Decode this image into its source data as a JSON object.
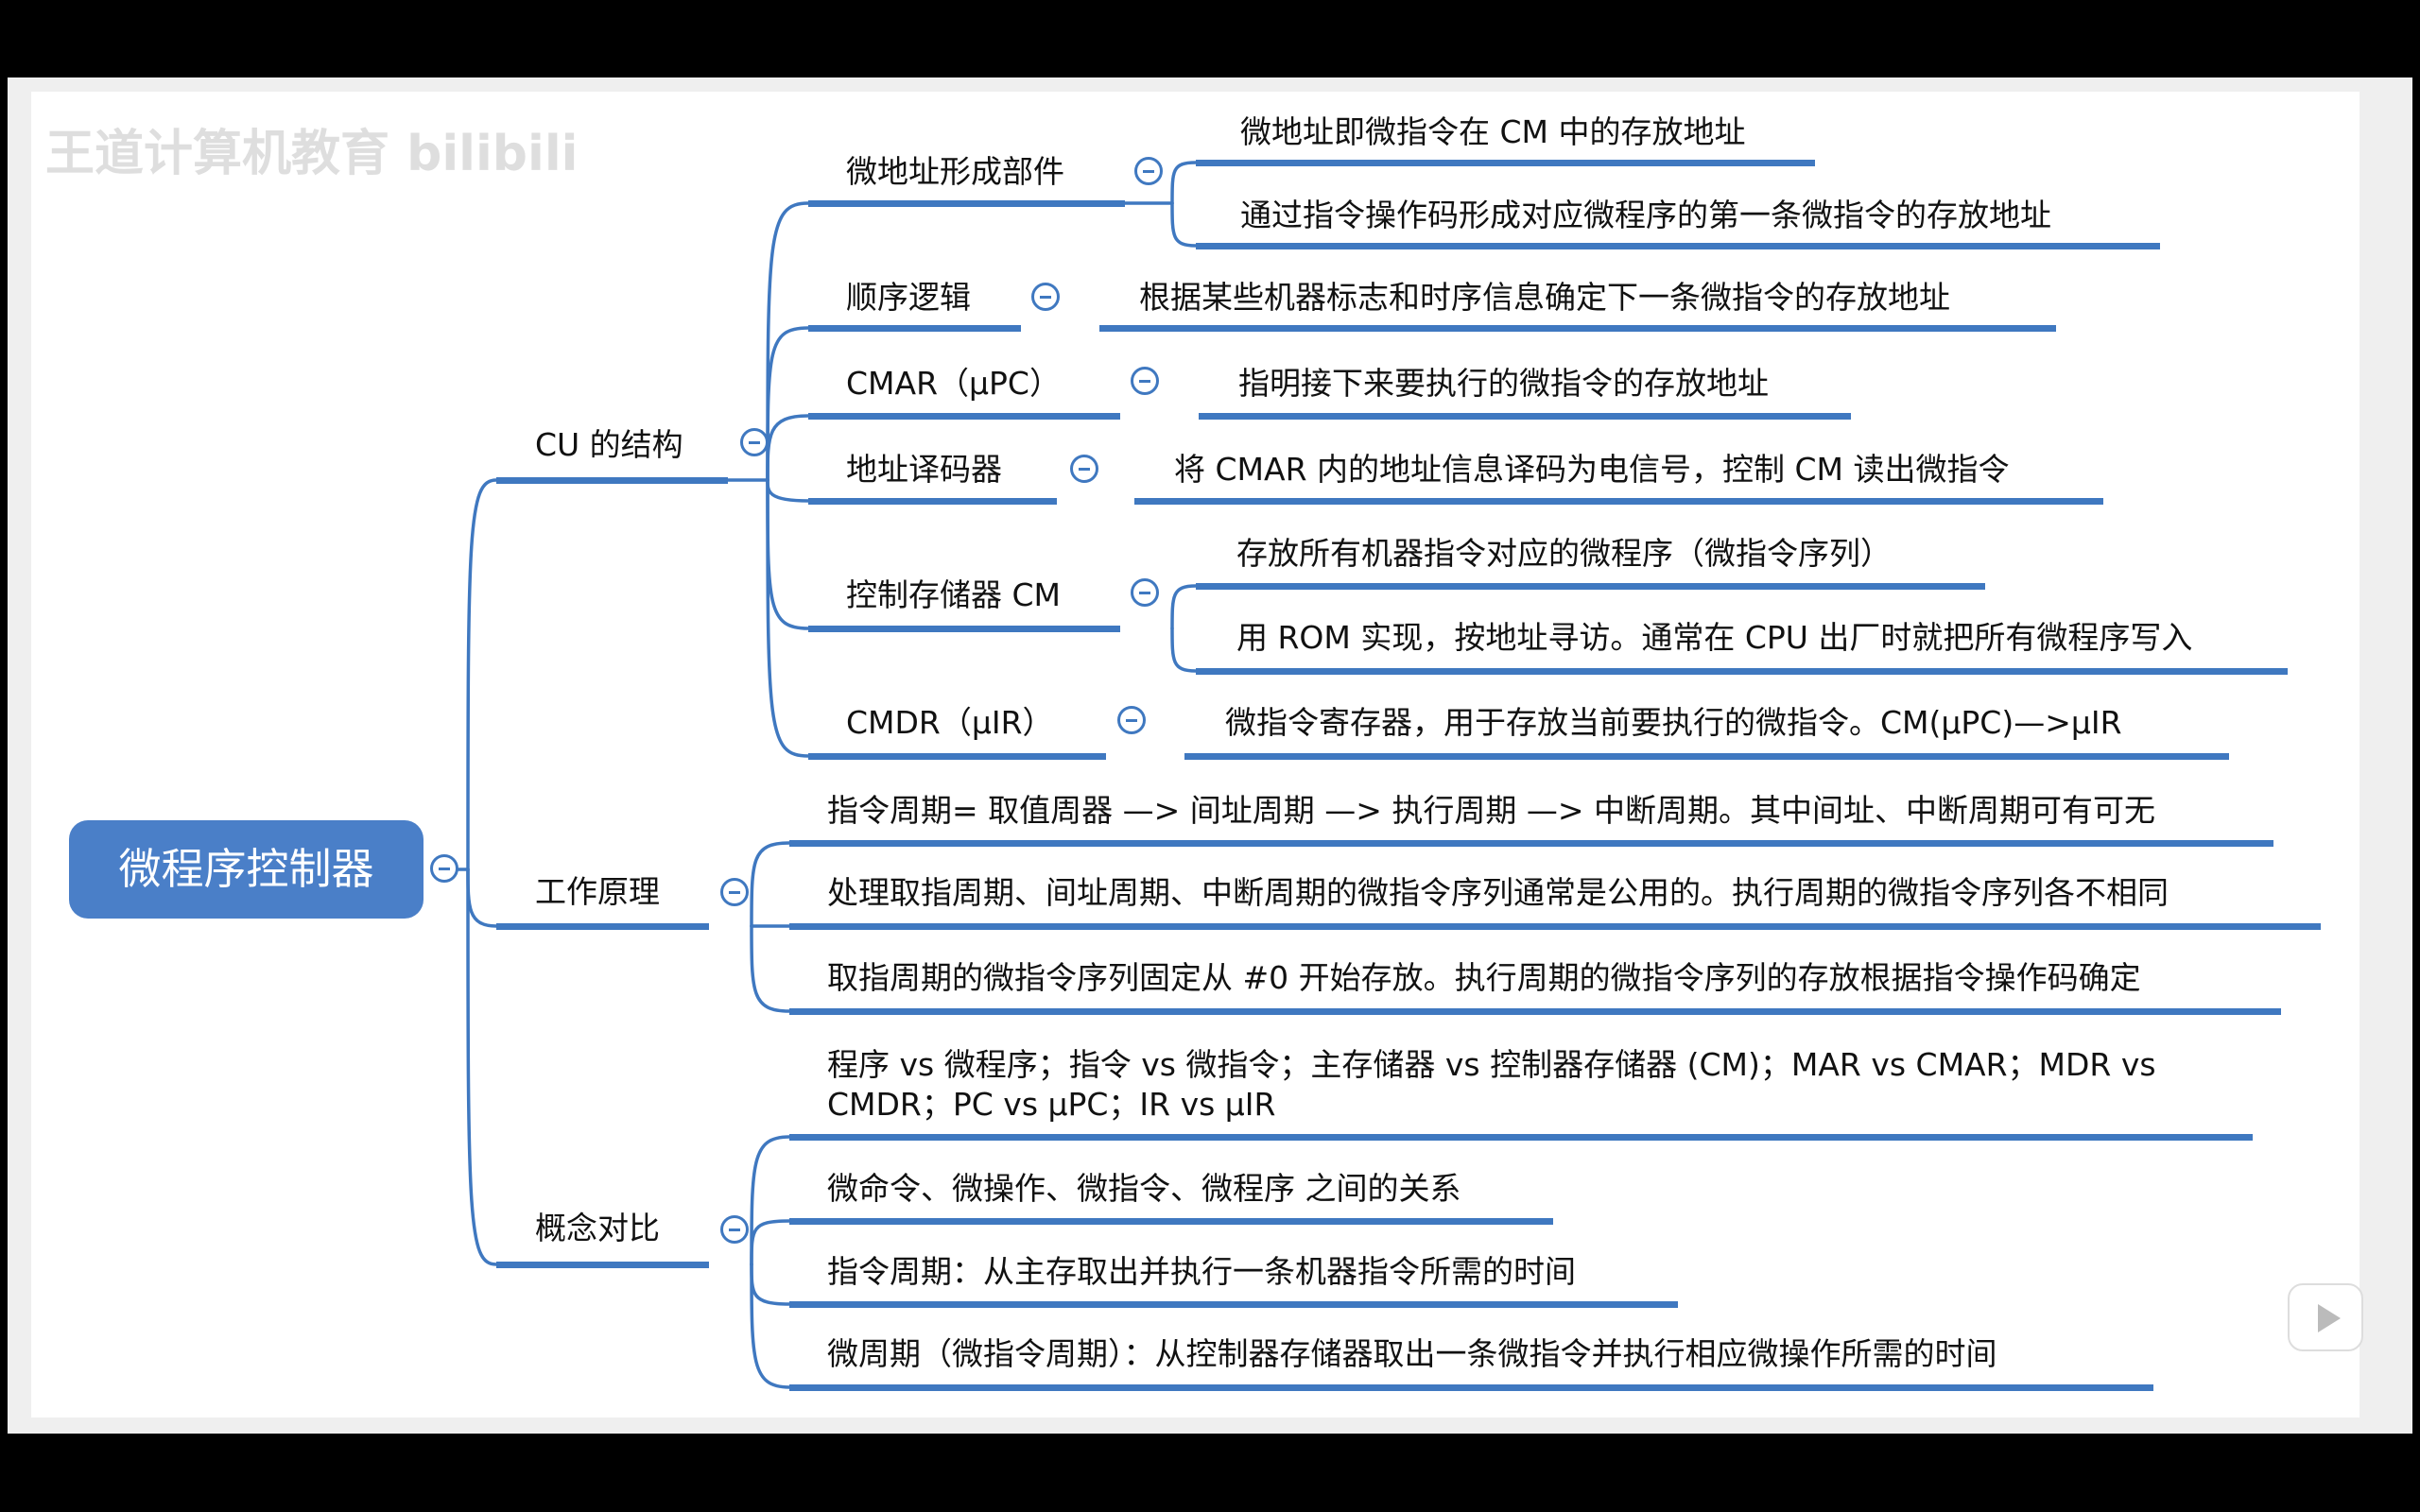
{
  "watermark": "王道计算机教育 bilibili",
  "root": {
    "label": "微程序控制器"
  },
  "branches": {
    "cu": {
      "label": "CU 的结构",
      "micro_addr_unit": {
        "label": "微地址形成部件",
        "notes": [
          "微地址即微指令在 CM 中的存放地址",
          "通过指令操作码形成对应微程序的第一条微指令的存放地址"
        ]
      },
      "sequence_logic": {
        "label": "顺序逻辑",
        "notes": [
          "根据某些机器标志和时序信息确定下一条微指令的存放地址"
        ]
      },
      "cmar": {
        "label": "CMAR（μPC）",
        "notes": [
          "指明接下来要执行的微指令的存放地址"
        ]
      },
      "addr_decoder": {
        "label": "地址译码器",
        "notes": [
          "将 CMAR 内的地址信息译码为电信号，控制 CM 读出微指令"
        ]
      },
      "control_memory": {
        "label": "控制存储器 CM",
        "notes": [
          "存放所有机器指令对应的微程序（微指令序列）",
          "用 ROM 实现，按地址寻访。通常在 CPU 出厂时就把所有微程序写入"
        ]
      },
      "cmdr": {
        "label": "CMDR（μIR）",
        "notes": [
          "微指令寄存器，用于存放当前要执行的微指令。CM(μPC)—>μIR"
        ]
      }
    },
    "principle": {
      "label": "工作原理",
      "notes": [
        "指令周期= 取值周器 —> 间址周期 —> 执行周期 —> 中断周期。其中间址、中断周期可有可无",
        "处理取指周期、间址周期、中断周期的微指令序列通常是公用的。执行周期的微指令序列各不相同",
        "取指周期的微指令序列固定从 #0 开始存放。执行周期的微指令序列的存放根据指令操作码确定"
      ]
    },
    "compare": {
      "label": "概念对比",
      "notes": [
        "程序 vs 微程序；指令 vs 微指令；主存储器 vs 控制器存储器 (CM)；MAR vs CMAR；MDR vs CMDR；PC vs μPC；IR vs μIR",
        "微命令、微操作、微指令、微程序 之间的关系",
        "指令周期：从主存取出并执行一条机器指令所需的时间",
        "微周期（微指令周期）：从控制器存储器取出一条微指令并执行相应微操作所需的时间"
      ]
    }
  },
  "colors": {
    "accent": "#3f78c0",
    "root_bg": "#4a7fc8"
  },
  "icons": {
    "collapse": "minus-circle-icon",
    "play": "play-icon"
  }
}
